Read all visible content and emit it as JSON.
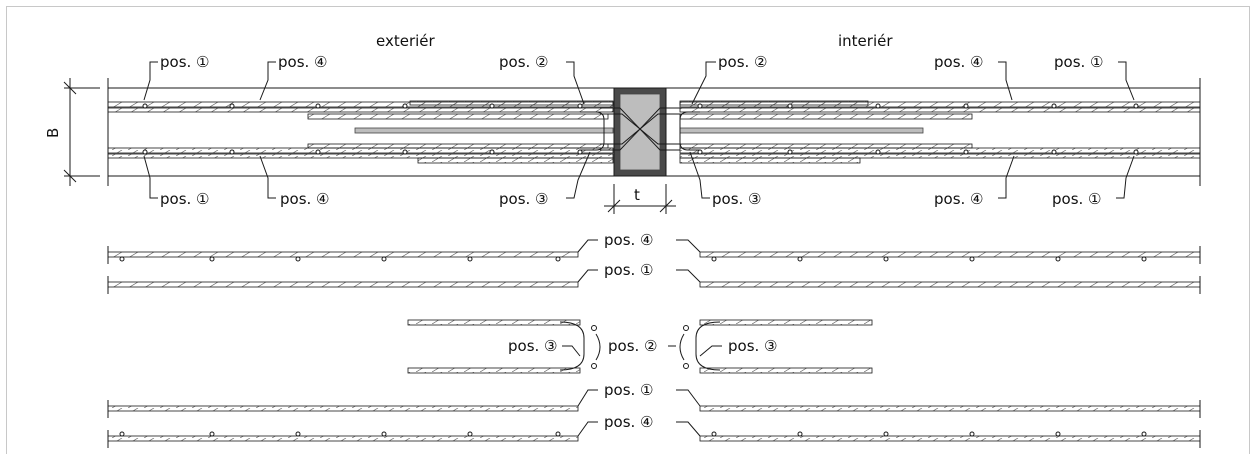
{
  "labels": {
    "exterior": "exteriér",
    "interior": "interiér",
    "dim_b": "B",
    "dim_t": "t",
    "pos1": "pos. ①",
    "pos2": "pos. ②",
    "pos3": "pos. ③",
    "pos4": "pos. ④"
  },
  "colors": {
    "line": "#1a1a1a",
    "frame": "#c8c8c8",
    "insulation": "#bdbdbd"
  }
}
